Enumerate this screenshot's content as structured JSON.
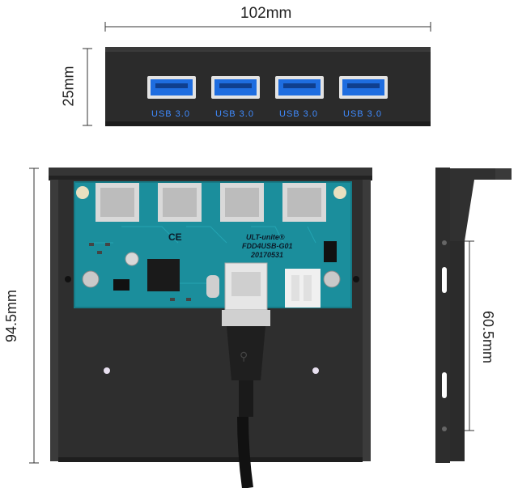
{
  "dimensions": {
    "width_top": "102mm",
    "height_front": "25mm",
    "height_body": "94.5mm",
    "depth_side": "60.5mm"
  },
  "front_panel": {
    "ports": [
      {
        "label": "USB 3.0"
      },
      {
        "label": "USB 3.0"
      },
      {
        "label": "USB 3.0"
      },
      {
        "label": "USB 3.0"
      }
    ]
  },
  "pcb": {
    "brand": "ULT-unite®",
    "model": "FDD4USB-G01",
    "date_code": "20170531",
    "cert_mark": "CE"
  },
  "colors": {
    "metal": "#2a2a2a",
    "pcb": "#1b8e9c",
    "usb_blue": "#1e6de0"
  }
}
